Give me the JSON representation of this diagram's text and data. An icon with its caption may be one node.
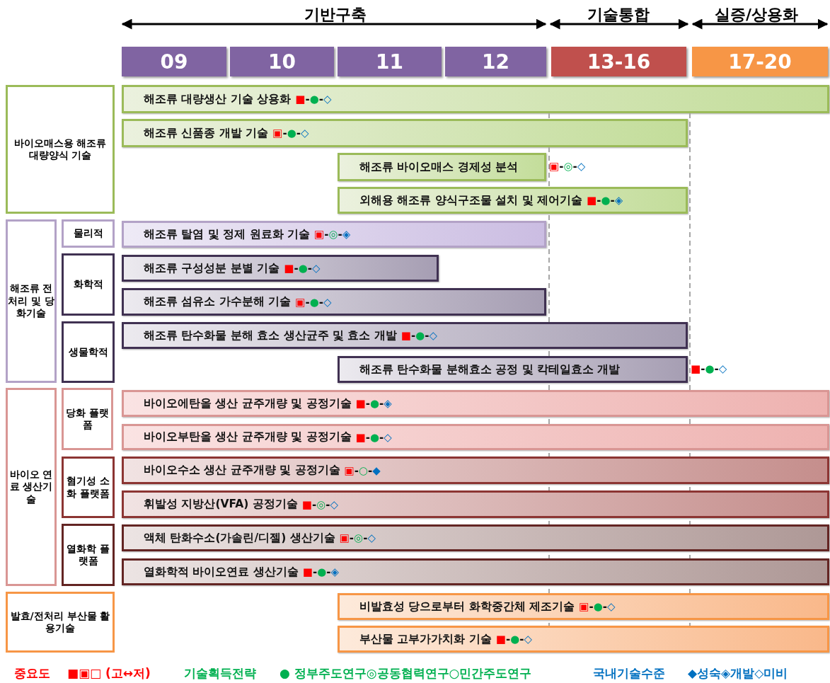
{
  "diagram": {
    "nodes": [
      {
        "text": [
          "09"
        ]
      },
      {
        "text": [
          "10"
        ]
      },
      {
        "text": [
          "11"
        ]
      },
      {
        "text": [
          "12"
        ]
      },
      {
        "text": [
          "13-16"
        ]
      },
      {
        "text": [
          "17-20"
        ]
      },
      {
        "text": [
          "바이오매스용 해조류 대량양식 기술"
        ]
      },
      {
        "text": [
          "해조류 대량생산 기술 상용화",
          "■-●-◇"
        ]
      },
      {
        "text": [
          "해조류 신품종 개발 기술",
          "▣-●-◇"
        ]
      },
      {
        "text": [
          "해조류 바이오매스 경제성 분석"
        ],
        "beside": [
          "▣-◎-◇"
        ]
      },
      {
        "text": [
          "외해용 해조류 양식구조물 설치 및 제어기술",
          "■-●-◈"
        ]
      },
      {
        "text": [
          "해조류 전처리 및 당화기술"
        ]
      },
      {
        "text": [
          "물리적"
        ]
      },
      {
        "text": [
          "해조류 탈염 및 정제 원료화 기술",
          "▣-◎-◈"
        ]
      },
      {
        "text": [
          "화학적"
        ]
      },
      {
        "text": [
          "해조류 구성성분 분별 기술",
          "■-●-◇"
        ]
      },
      {
        "text": [
          "해조류 섬유소 가수분해 기술",
          "▣-●-◇"
        ]
      },
      {
        "text": [
          "생물학적"
        ]
      },
      {
        "text": [
          "해조류 탄수화물 분해 효소 생산균주 및 효소 개발",
          "■-●-◇"
        ]
      },
      {
        "text": [
          "해조류 탄수화물 분해효소 공정 및 칵테일효소 개발"
        ],
        "beside": [
          "■-●-◇"
        ]
      },
      {
        "text": [
          "바이오 연료 생산기술"
        ]
      },
      {
        "text": [
          "당화 플랫폼"
        ]
      },
      {
        "text": [
          "바이오에탄올 생산 균주개량 및 공정기술",
          "■-●-◈"
        ]
      },
      {
        "text": [
          "바이오부탄올 생산 균주개량 및 공정기술",
          "■-●-◇"
        ]
      },
      {
        "text": [
          "혐기성 소화 플랫폼"
        ]
      },
      {
        "text": [
          "바이오수소 생산 균주개량 및 공정기술",
          "▣-○-◆"
        ]
      },
      {
        "text": [
          "휘발성 지방산(VFA) 공정기술",
          "■-◎-◇"
        ]
      },
      {
        "text": [
          "열화학 플랫폼"
        ]
      },
      {
        "text": [
          "액체 탄화수소(가솔린/디젤) 생산기술",
          "▣-◎-◇"
        ]
      },
      {
        "text": [
          "열화학적 바이오연료 생산기술",
          "■-●-◈"
        ]
      },
      {
        "text": [
          "발효/전처리 부산물 활용기술"
        ]
      },
      {
        "text": [
          "비발효성 당으로부터 화학중간체 제조기술",
          "▣-●-◇"
        ]
      },
      {
        "text": [
          "부산물 고부가가치화 기술",
          "■-●-◇"
        ]
      }
    ],
    "labels": [
      "기반구축",
      "기술통합",
      "실증/상용화",
      "중요도",
      "■▣□ (고↔저)",
      "기술획득전략",
      "● 정부주도연구◎공동협력연구○민간주도연구",
      "국내기술수준",
      "◆성숙◈개발◇미비"
    ]
  }
}
